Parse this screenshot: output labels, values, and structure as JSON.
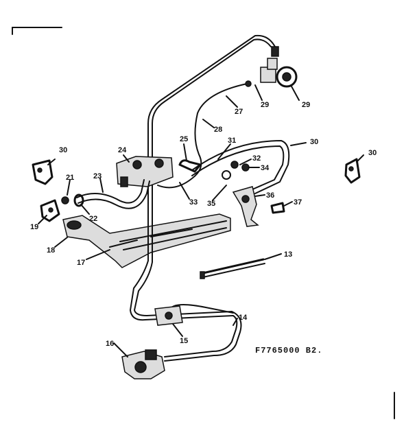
{
  "diagram": {
    "drawing_code": "F7765000 B2.",
    "callouts": {
      "c30_left": "30",
      "c30_right": "30",
      "c30_upper": "30",
      "c29_a": "29",
      "c29_b": "29",
      "c27": "27",
      "c28": "28",
      "c24": "24",
      "c25": "25",
      "c31": "31",
      "c32": "32",
      "c34": "34",
      "c23": "23",
      "c21": "21",
      "c22": "22",
      "c19": "19",
      "c18": "18",
      "c17": "17",
      "c33": "33",
      "c35": "35",
      "c36": "36",
      "c37": "37",
      "c13": "13",
      "c14": "14",
      "c15": "15",
      "c16": "16"
    }
  }
}
